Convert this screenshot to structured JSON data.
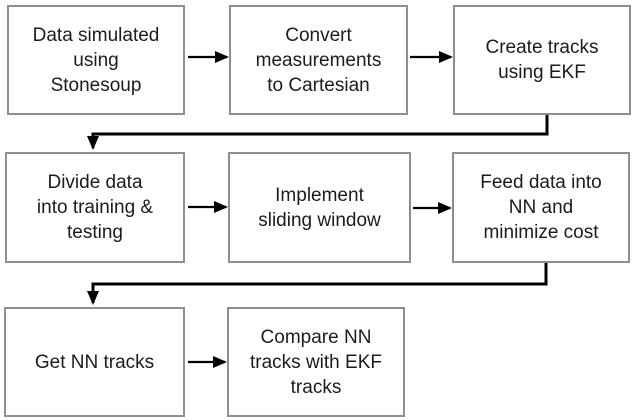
{
  "flowchart": {
    "nodes": [
      {
        "id": "data-simulated",
        "label": "Data simulated\nusing\nStonesoup"
      },
      {
        "id": "convert-measurements",
        "label": "Convert\nmeasurements\nto Cartesian"
      },
      {
        "id": "create-tracks-ekf",
        "label": "Create tracks\nusing EKF"
      },
      {
        "id": "divide-data",
        "label": "Divide data\ninto training &\ntesting"
      },
      {
        "id": "sliding-window",
        "label": "Implement\nsliding window"
      },
      {
        "id": "feed-nn",
        "label": "Feed data into\nNN and\nminimize cost"
      },
      {
        "id": "get-nn-tracks",
        "label": "Get NN tracks"
      },
      {
        "id": "compare-tracks",
        "label": "Compare NN\ntracks with EKF\ntracks"
      }
    ],
    "edges": [
      {
        "from": "data-simulated",
        "to": "convert-measurements"
      },
      {
        "from": "convert-measurements",
        "to": "create-tracks-ekf"
      },
      {
        "from": "create-tracks-ekf",
        "to": "divide-data"
      },
      {
        "from": "divide-data",
        "to": "sliding-window"
      },
      {
        "from": "sliding-window",
        "to": "feed-nn"
      },
      {
        "from": "feed-nn",
        "to": "get-nn-tracks"
      },
      {
        "from": "get-nn-tracks",
        "to": "compare-tracks"
      }
    ],
    "colors": {
      "box_border": "#8f8f8f",
      "arrow": "#000000",
      "text": "#1c1c1c",
      "background": "#ffffff"
    }
  }
}
